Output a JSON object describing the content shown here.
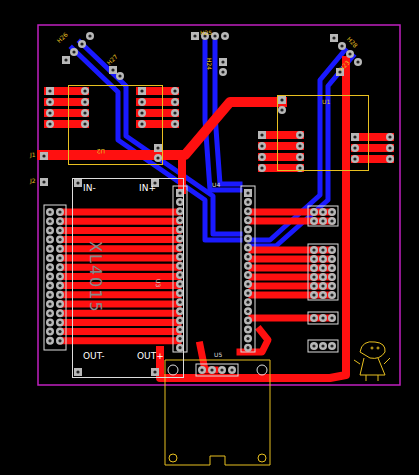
{
  "diagram": {
    "nodes": [
      {
        "text": [
          "U2"
        ]
      },
      {
        "text": [
          "U1"
        ]
      },
      {
        "text": [
          "IN-",
          "IN+",
          "XL4015",
          "OUT-",
          "OUT+",
          "U3"
        ]
      }
    ],
    "labels": [
      "H26",
      "H27",
      "H25",
      "H24",
      "H28",
      "H23",
      "J1",
      "J2",
      "U4",
      "U5"
    ]
  }
}
